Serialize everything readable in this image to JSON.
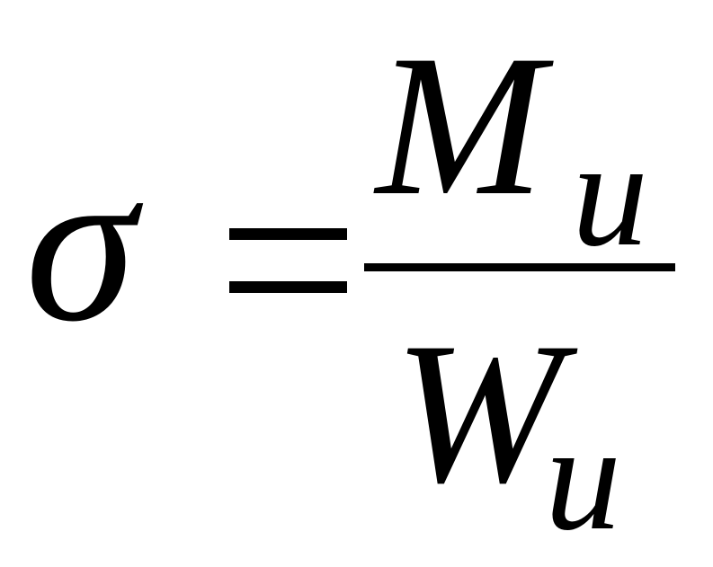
{
  "formula": {
    "lhs": "σ",
    "equals": "=",
    "numerator": {
      "base": "M",
      "subscript": "u"
    },
    "denominator": {
      "base": "W",
      "subscript": "u"
    }
  },
  "colors": {
    "ink": "#000000",
    "background": "#ffffff"
  }
}
